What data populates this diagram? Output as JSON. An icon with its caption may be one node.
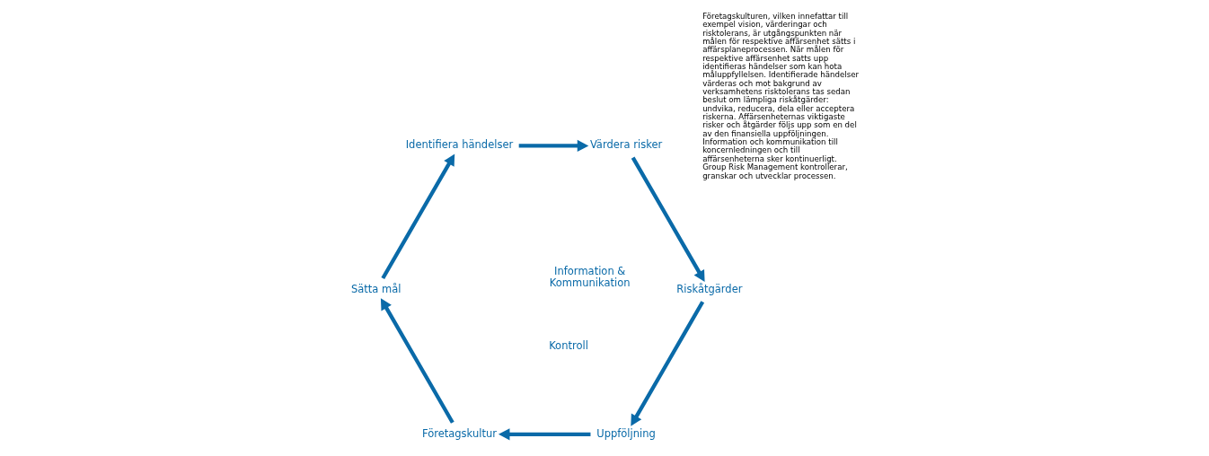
{
  "diagram": {
    "nodes": [
      {
        "text": [
          "Företagskultur"
        ]
      },
      {
        "text": [
          "Sätta mål"
        ]
      },
      {
        "text": [
          "Identifiera händelser"
        ]
      },
      {
        "text": [
          "Värdera risker"
        ]
      },
      {
        "text": [
          "Riskåtgärder"
        ]
      },
      {
        "text": [
          "Uppföljning"
        ]
      }
    ],
    "edges": [
      {
        "from": 0,
        "to": 1,
        "arrow": "to"
      },
      {
        "from": 1,
        "to": 2,
        "arrow": "to"
      },
      {
        "from": 2,
        "to": 3,
        "arrow": "to"
      },
      {
        "from": 3,
        "to": 4,
        "arrow": "to"
      },
      {
        "from": 4,
        "to": 5,
        "arrow": "to"
      },
      {
        "from": 5,
        "to": 0,
        "arrow": "to"
      }
    ],
    "labels": [
      "Information & Kommunikation",
      "Kontroll",
      "Företagskulturen, vilken innefattar till exempel vision, värderingar och risktolerans, är utgångspunkten när målen för respektive affärsenhet sätts i affärsplaneprocessen. När målen för respektive affärsenhet satts upp identifieras händelser som kan hota måluppfyllelsen. Identifierade händelser värderas och mot bakgrund av verksamhetens risktolerans tas sedan beslut om lämpliga riskåtgärder: undvika, reducera, dela eller acceptera riskerna. Affärsenheternas viktigaste risker och åtgärder följs upp som en del av den finansiella uppföljningen. Information och kommunikation till koncernledningen och till affärsenheterna sker kontinuerligt. Group Risk Management kontrollerar, granskar och utvecklar processen."
    ]
  }
}
